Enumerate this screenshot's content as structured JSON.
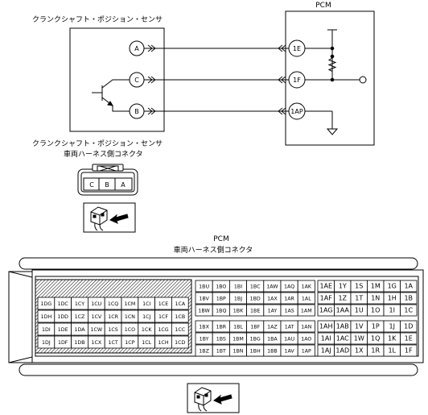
{
  "labels": {
    "sensor_title": "クランクシャフト・ポジション・センサ",
    "pcm_title": "PCM",
    "connector_title_line1": "クランクシャフト・ポジション・センサ",
    "connector_title_line2": "車両ハーネス側コネクタ",
    "pcm_connector_title_line1": "PCM",
    "pcm_connector_title_line2": "車両ハーネス側コネクタ"
  },
  "sensor_terminals": [
    "A",
    "C",
    "B"
  ],
  "pcm_terminals": [
    "1E",
    "1F",
    "1AP"
  ],
  "sensor_connector_pins": [
    "C",
    "B",
    "A"
  ],
  "pcm_connector": {
    "hatched_block": [
      [
        "1DG",
        "1DC",
        "1CY",
        "1CU",
        "1CQ",
        "1CM",
        "1CI",
        "1CE",
        "1CA"
      ],
      [
        "1DH",
        "1DD",
        "1CZ",
        "1CV",
        "1CR",
        "1CN",
        "1CJ",
        "1CF",
        "1CB"
      ],
      [
        "1DI",
        "1DE",
        "1DA",
        "1CW",
        "1CS",
        "1CO",
        "1CK",
        "1CG",
        "1CC"
      ],
      [
        "1DJ",
        "1DF",
        "1DB",
        "1CX",
        "1CT",
        "1CP",
        "1CL",
        "1CH",
        "1CD"
      ]
    ],
    "middle_block": [
      [
        "1BU",
        "1BO",
        "1BI",
        "1BC",
        "1AW",
        "1AQ",
        "1AK"
      ],
      [
        "1BV",
        "1BP",
        "1BJ",
        "1BD",
        "1AX",
        "1AR",
        "1AL"
      ],
      [
        "1BW",
        "1BQ",
        "1BK",
        "1BE",
        "1AY",
        "1AS",
        "1AM"
      ],
      [
        "1BX",
        "1BR",
        "1BL",
        "1BF",
        "1AZ",
        "1AT",
        "1AN"
      ],
      [
        "1BY",
        "1BS",
        "1BM",
        "1BG",
        "1BA",
        "1AU",
        "1AO"
      ],
      [
        "1BZ",
        "1BT",
        "1BN",
        "1BH",
        "1BB",
        "1AV",
        "1AP"
      ]
    ],
    "right_block": [
      [
        "1AE",
        "1Y",
        "1S",
        "1M",
        "1G",
        "1A"
      ],
      [
        "1AF",
        "1Z",
        "1T",
        "1N",
        "1H",
        "1B"
      ],
      [
        "1AG",
        "1AA",
        "1U",
        "1O",
        "1I",
        "1C"
      ],
      [
        "1AH",
        "1AB",
        "1V",
        "1P",
        "1J",
        "1D"
      ],
      [
        "1AI",
        "1AC",
        "1W",
        "1Q",
        "1K",
        "1E"
      ],
      [
        "1AJ",
        "1AD",
        "1X",
        "1R",
        "1L",
        "1F"
      ]
    ]
  }
}
